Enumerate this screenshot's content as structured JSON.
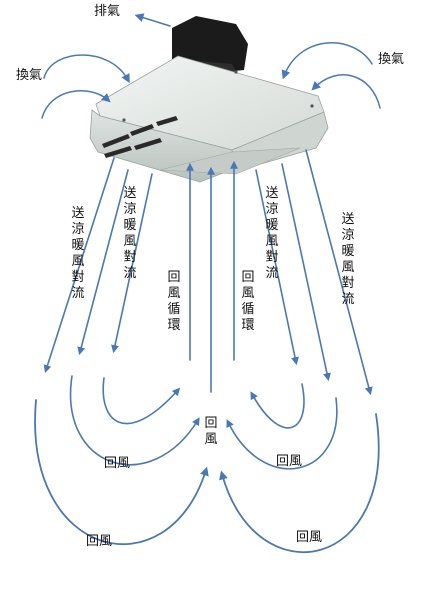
{
  "labels": {
    "exhaust": "排氣",
    "ventilation_left": "換氣",
    "ventilation_right": "換氣",
    "supply_cool_warm_left_outer": "送涼暖風對流",
    "supply_cool_warm_left_inner": "送涼暖風對流",
    "supply_cool_warm_right_inner": "送涼暖風對流",
    "supply_cool_warm_right_outer": "送涼暖風對流",
    "return_circulation_left": "回風循環",
    "return_circulation_right": "回風循環",
    "return_center": "回風",
    "return_left_middle": "回風",
    "return_right_middle": "回風",
    "return_left_bottom": "回風",
    "return_right_bottom": "回風"
  },
  "colors": {
    "arrow": "#4a78b5",
    "unit_body": "#e6ebe8",
    "unit_shadow": "#bfc6c3",
    "motor": "#1b1b1b",
    "text": "#111111"
  }
}
